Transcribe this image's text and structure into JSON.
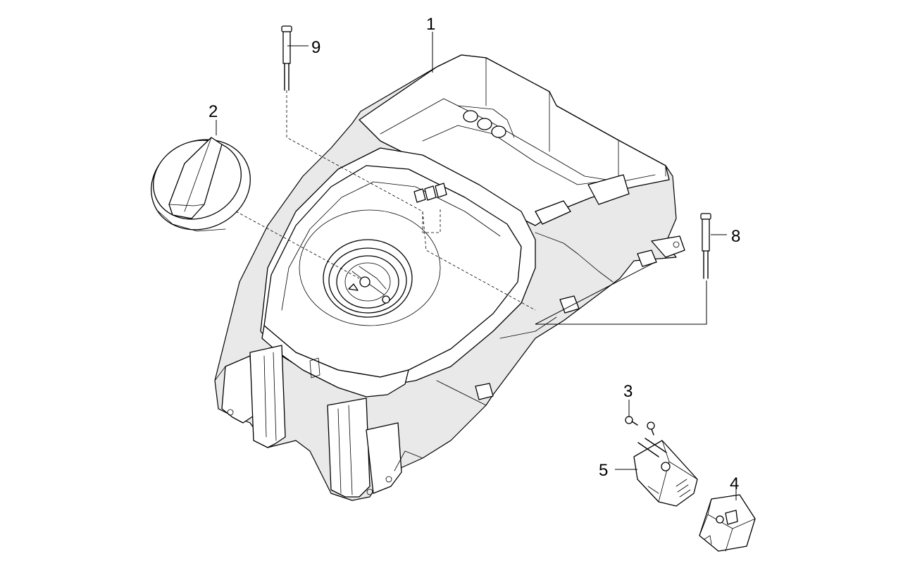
{
  "callouts": [
    {
      "id": "1",
      "label": "1"
    },
    {
      "id": "2",
      "label": "2"
    },
    {
      "id": "3",
      "label": "3"
    },
    {
      "id": "4",
      "label": "4"
    },
    {
      "id": "5",
      "label": "5"
    },
    {
      "id": "8",
      "label": "8"
    },
    {
      "id": "9",
      "label": "9"
    }
  ]
}
